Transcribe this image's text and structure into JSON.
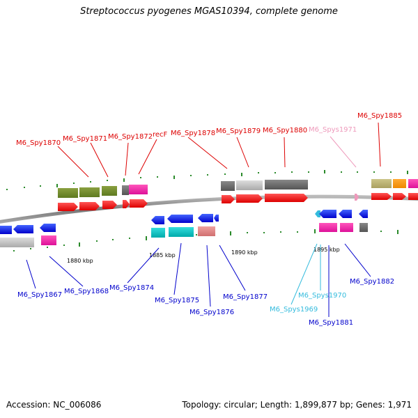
{
  "title": "Streptococcus pyogenes MGAS10394, complete genome",
  "footer": {
    "accession": "Accession: NC_006086",
    "summary": "Topology: circular; Length: 1,899,877 bp; Genes: 1,971"
  },
  "scale_labels": [
    "1880 kbp",
    "1885 kbp",
    "1890 kbp",
    "1895 kbp"
  ],
  "colors": {
    "forward_label": "#dd0000",
    "reverse_label": "#0000cc",
    "rna_forward_label": "#ee88bb",
    "rna_reverse_label": "#22bbdd",
    "backbone": "#888888"
  },
  "genes_top": [
    {
      "label": "M6_Spy1870",
      "color": "#dd0000"
    },
    {
      "label": "M6_Spy1871",
      "color": "#dd0000"
    },
    {
      "label": "M6_Spy1872",
      "color": "#dd0000"
    },
    {
      "label": "recF",
      "color": "#dd0000"
    },
    {
      "label": "M6_Spy1878",
      "color": "#dd0000"
    },
    {
      "label": "M6_Spy1879",
      "color": "#dd0000"
    },
    {
      "label": "M6_Spy1880",
      "color": "#dd0000"
    },
    {
      "label": "M6_Spys1971",
      "color": "#ee99bb"
    },
    {
      "label": "M6_Spy1885",
      "color": "#dd0000"
    }
  ],
  "genes_bottom": [
    {
      "label": "M6_Spy1867",
      "color": "#0000cc"
    },
    {
      "label": "M6_Spy1868",
      "color": "#0000cc"
    },
    {
      "label": "M6_Spy1874",
      "color": "#0000cc"
    },
    {
      "label": "M6_Spy1875",
      "color": "#0000cc"
    },
    {
      "label": "M6_Spy1876",
      "color": "#0000cc"
    },
    {
      "label": "M6_Spy1877",
      "color": "#0000cc"
    },
    {
      "label": "M6_Spys1969",
      "color": "#33bbdd"
    },
    {
      "label": "M6_Spys1970",
      "color": "#33bbdd"
    },
    {
      "label": "M6_Spy1881",
      "color": "#0000cc"
    },
    {
      "label": "M6_Spy1882",
      "color": "#0000cc"
    }
  ]
}
